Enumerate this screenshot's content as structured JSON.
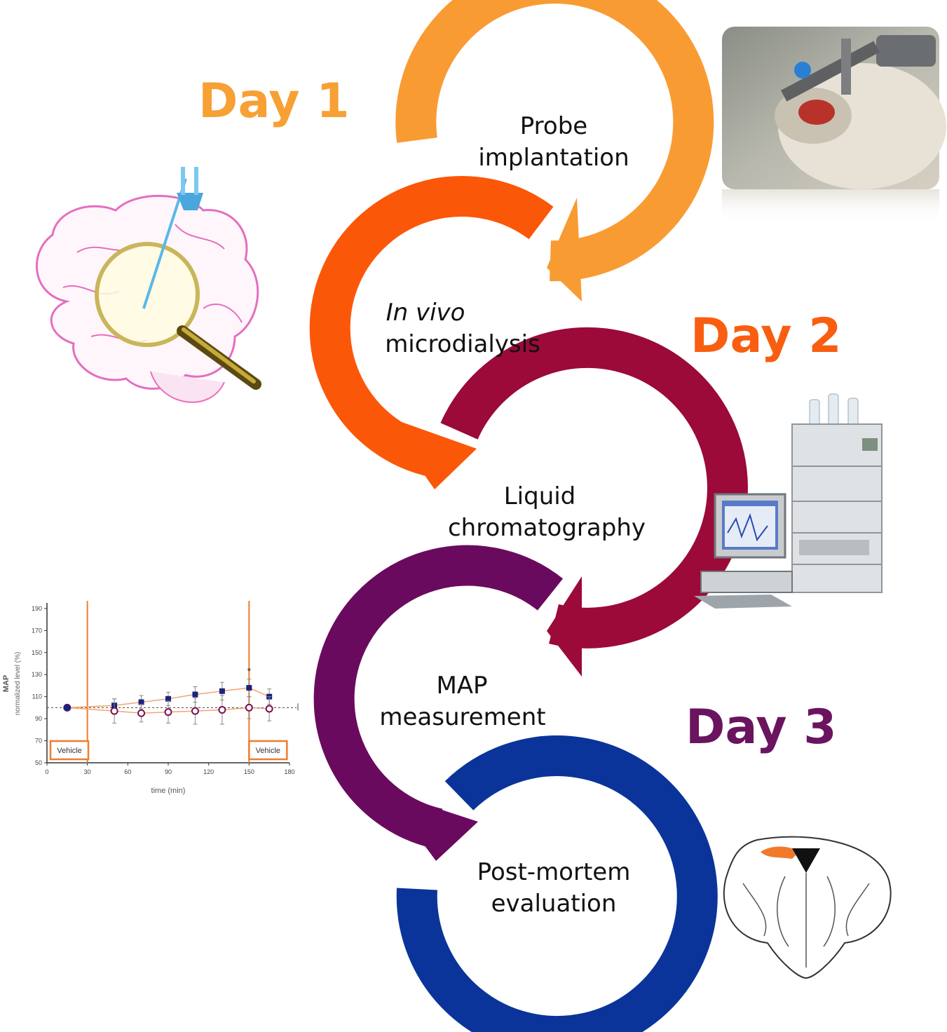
{
  "days": [
    {
      "label": "Day 1",
      "color": "#F7A034"
    },
    {
      "label": "Day 2",
      "color": "#F95E10"
    },
    {
      "label": "Day 3",
      "color": "#6A1460"
    }
  ],
  "steps": [
    {
      "line1": "Probe",
      "line2": "implantation",
      "color": "#F99B33",
      "icon": "surgery-photo"
    },
    {
      "line1": "In vivo",
      "line2": "microdialysis",
      "color": "#FB5708",
      "icon": "brain-magnifier-icon"
    },
    {
      "line1": "Liquid",
      "line2": "chromatography",
      "color": "#9B0A38",
      "icon": "hplc-instrument-icon"
    },
    {
      "line1": "MAP",
      "line2": "measurement",
      "color": "#6A0A5E",
      "icon": "map-chart"
    },
    {
      "line1": "Post-mortem",
      "line2": "evaluation",
      "color": "#0A3499",
      "icon": "brain-section-icon"
    }
  ],
  "chart_data": {
    "type": "line",
    "ylabel_line1": "MAP",
    "ylabel_line2": "normalized level (%)",
    "xlabel": "time (min)",
    "xticks": [
      0,
      30,
      60,
      90,
      120,
      150,
      180
    ],
    "yticks": [
      50,
      70,
      90,
      110,
      130,
      150,
      170,
      190
    ],
    "xlim": [
      0,
      180
    ],
    "ylim": [
      50,
      195
    ],
    "baseline": 100,
    "series": [
      {
        "marker": "filled-square",
        "color": "#1a237e",
        "x": [
          15,
          50,
          70,
          90,
          110,
          130,
          150,
          165
        ],
        "y": [
          100,
          102,
          105,
          108,
          112,
          115,
          118,
          110
        ],
        "err": [
          0,
          6,
          6,
          6,
          7,
          8,
          8,
          7
        ]
      },
      {
        "marker": "open-circle",
        "color": "#7a1050",
        "x": [
          15,
          50,
          70,
          90,
          110,
          130,
          150,
          165
        ],
        "y": [
          100,
          97,
          95,
          96,
          97,
          98,
          100,
          99
        ],
        "err": [
          0,
          11,
          8,
          10,
          12,
          13,
          10,
          11
        ]
      }
    ],
    "events": [
      {
        "x": 30,
        "label": "Vehicle"
      },
      {
        "x": 150,
        "label": "Vehicle"
      }
    ],
    "annotation": {
      "x": 150,
      "text": "*"
    }
  }
}
